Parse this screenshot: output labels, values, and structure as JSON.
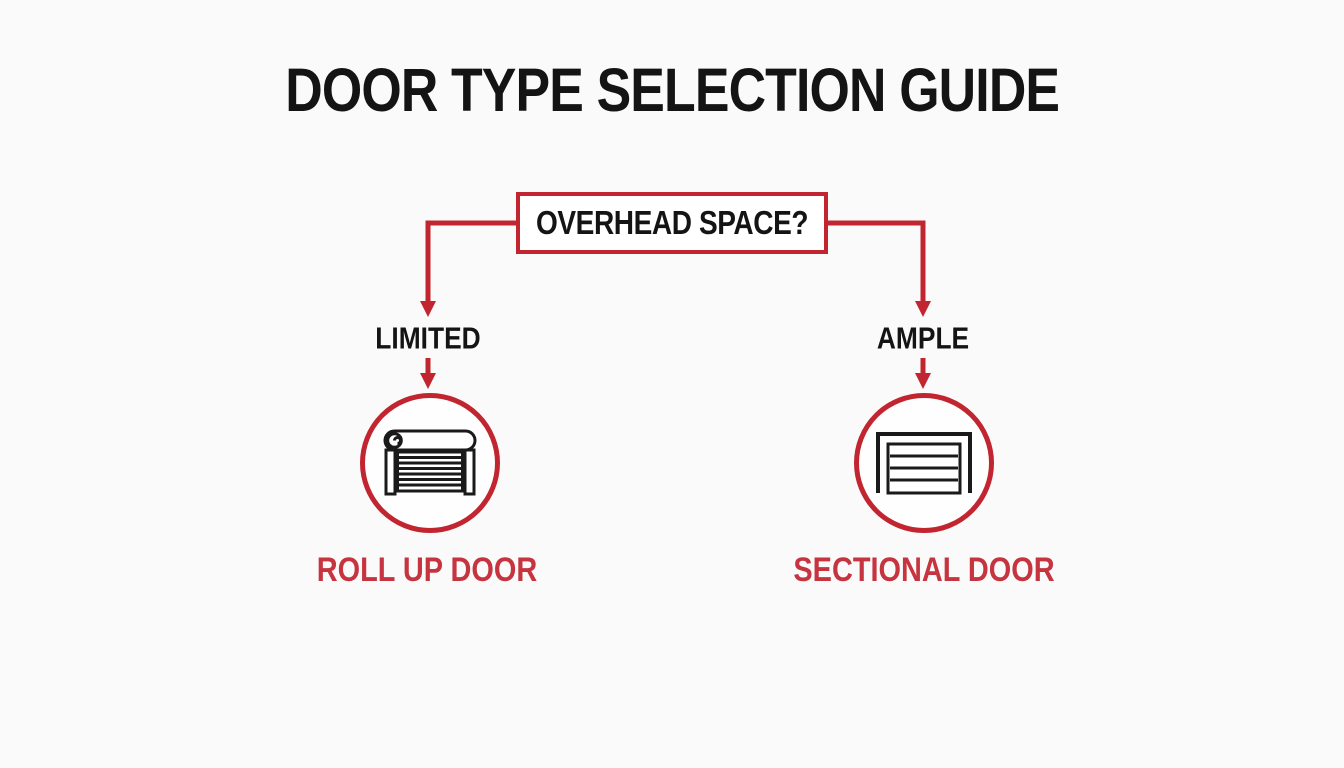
{
  "title": "DOOR TYPE SELECTION GUIDE",
  "colors": {
    "accent_red": "#c12630",
    "result_label_red": "#c5343f",
    "text_black": "#141414",
    "background": "#fbfafa"
  },
  "flowchart": {
    "decision": {
      "label": "OVERHEAD SPACE?"
    },
    "branches": [
      {
        "condition": "LIMITED",
        "result": "ROLL UP DOOR",
        "icon": "roll-up-door-icon"
      },
      {
        "condition": "AMPLE",
        "result": "SECTIONAL DOOR",
        "icon": "sectional-door-icon"
      }
    ]
  }
}
